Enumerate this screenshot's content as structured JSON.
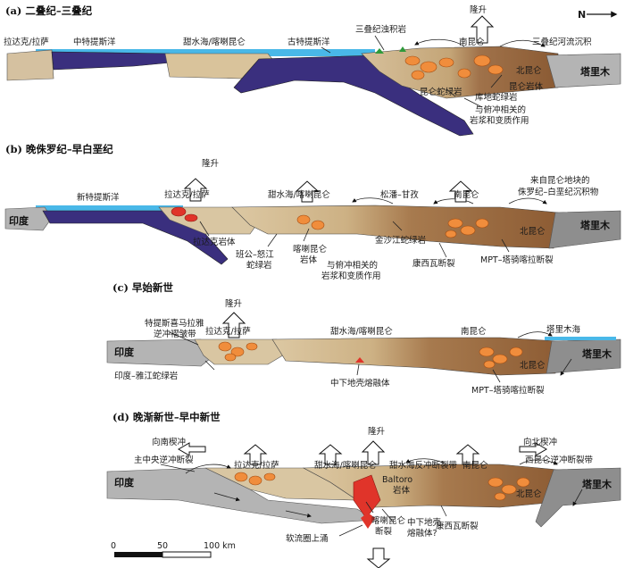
{
  "north_arrow": "N",
  "panel_a": {
    "title": "(a) 二叠纪–三叠纪",
    "labels": {
      "lhasa": "拉达克/拉萨",
      "meso_tethys": "中特提斯洋",
      "tianshuihai": "甜水海/喀喇昆仑",
      "paleo_tethys": "古特提斯洋",
      "triassic_flysch": "三叠纪浊积岩",
      "uplift": "隆升",
      "s_kunlun": "南昆仑",
      "triassic_fluvial": "三叠纪河流沉积",
      "n_kunlun": "北昆仑",
      "tarim": "塔里木",
      "kunlun_ophiolite": "昆仑蛇绿岩",
      "kudi_ophiolite": "库地蛇绿岩",
      "kunlun_pluton": "昆仑岩体",
      "subduction_magma_1": "与俯冲相关的",
      "subduction_magma_2": "岩浆和变质作用"
    }
  },
  "panel_b": {
    "title": "(b) 晚侏罗纪–早白垩纪",
    "labels": {
      "uplift_1": "隆升",
      "lhasa": "拉达克/拉萨",
      "tianshuihai": "甜水海/喀喇昆仑",
      "songpan": "松潘–甘孜",
      "s_kunlun": "南昆仑",
      "source_1": "来自昆仑地块的",
      "source_2": "侏罗纪–白垩纪沉积物",
      "neo_tethys": "新特提斯洋",
      "india": "印度",
      "ladakh_pluton": "拉达克岩体",
      "bangong_1": "班公–怒江",
      "bangong_2": "蛇绿岩",
      "karakoram_1": "喀喇昆仑",
      "karakoram_2": "岩体",
      "subduction_magma_1": "与俯冲相关的",
      "subduction_magma_2": "岩浆和变质作用",
      "jinsha": "金沙江蛇绿岩",
      "kangxiwa": "康西瓦断裂",
      "mpt": "MPT–塔骑喀拉断裂",
      "n_kunlun": "北昆仑",
      "tarim": "塔里木"
    }
  },
  "panel_c": {
    "title": "(c) 早始新世",
    "labels": {
      "uplift": "隆升",
      "thrust_1": "特提斯喜马拉雅",
      "thrust_2": "逆冲褶皱带",
      "lhasa": "拉达克/拉萨",
      "tianshuihai": "甜水海/喀喇昆仑",
      "s_kunlun": "南昆仑",
      "tarim_sea": "塔里木海",
      "india": "印度",
      "yarlung": "印度–雅江蛇绿岩",
      "crust_melt": "中下地壳熔融体",
      "n_kunlun": "北昆仑",
      "mpt": "MPT–塔骑喀拉断裂",
      "tarim": "塔里木"
    }
  },
  "panel_d": {
    "title": "(d) 晚渐新世–早中新世",
    "labels": {
      "uplift": "隆升",
      "south_wedge": "向南楔冲",
      "north_wedge": "向北楔冲",
      "mct": "主中央逆冲断裂",
      "lhasa": "拉达克/拉萨",
      "tianshuihai": "甜水海/喀喇昆仑",
      "tsh_fault": "甜水海反冲断裂带",
      "s_kunlun": "南昆仑",
      "xikunlun_fault": "西昆仑逆冲断裂带",
      "baltoro_1": "Baltoro",
      "baltoro_2": "岩体",
      "india": "印度",
      "n_kunlun": "北昆仑",
      "tarim": "塔里木",
      "karakoram_fault_1": "喀喇昆仑",
      "karakoram_fault_2": "断裂",
      "crust_melt_1": "中下地壳",
      "crust_melt_2": "熔融体?",
      "kangxiwa": "康西瓦断裂",
      "asthenosphere": "软流圈上涌"
    }
  },
  "scale_bar": {
    "ticks": [
      "0",
      "50",
      "100 km"
    ]
  },
  "colors": {
    "ocean": "#49b8e8",
    "oceanic_crust": "#3a2f7e",
    "tan_crust": "#d9c39b",
    "brown_crust": "#9a6a3c",
    "dark_brown": "#6b4420",
    "pluton": "#f08d3c",
    "grey_block": "#b4b4b4",
    "red_melt": "#e0342a"
  }
}
